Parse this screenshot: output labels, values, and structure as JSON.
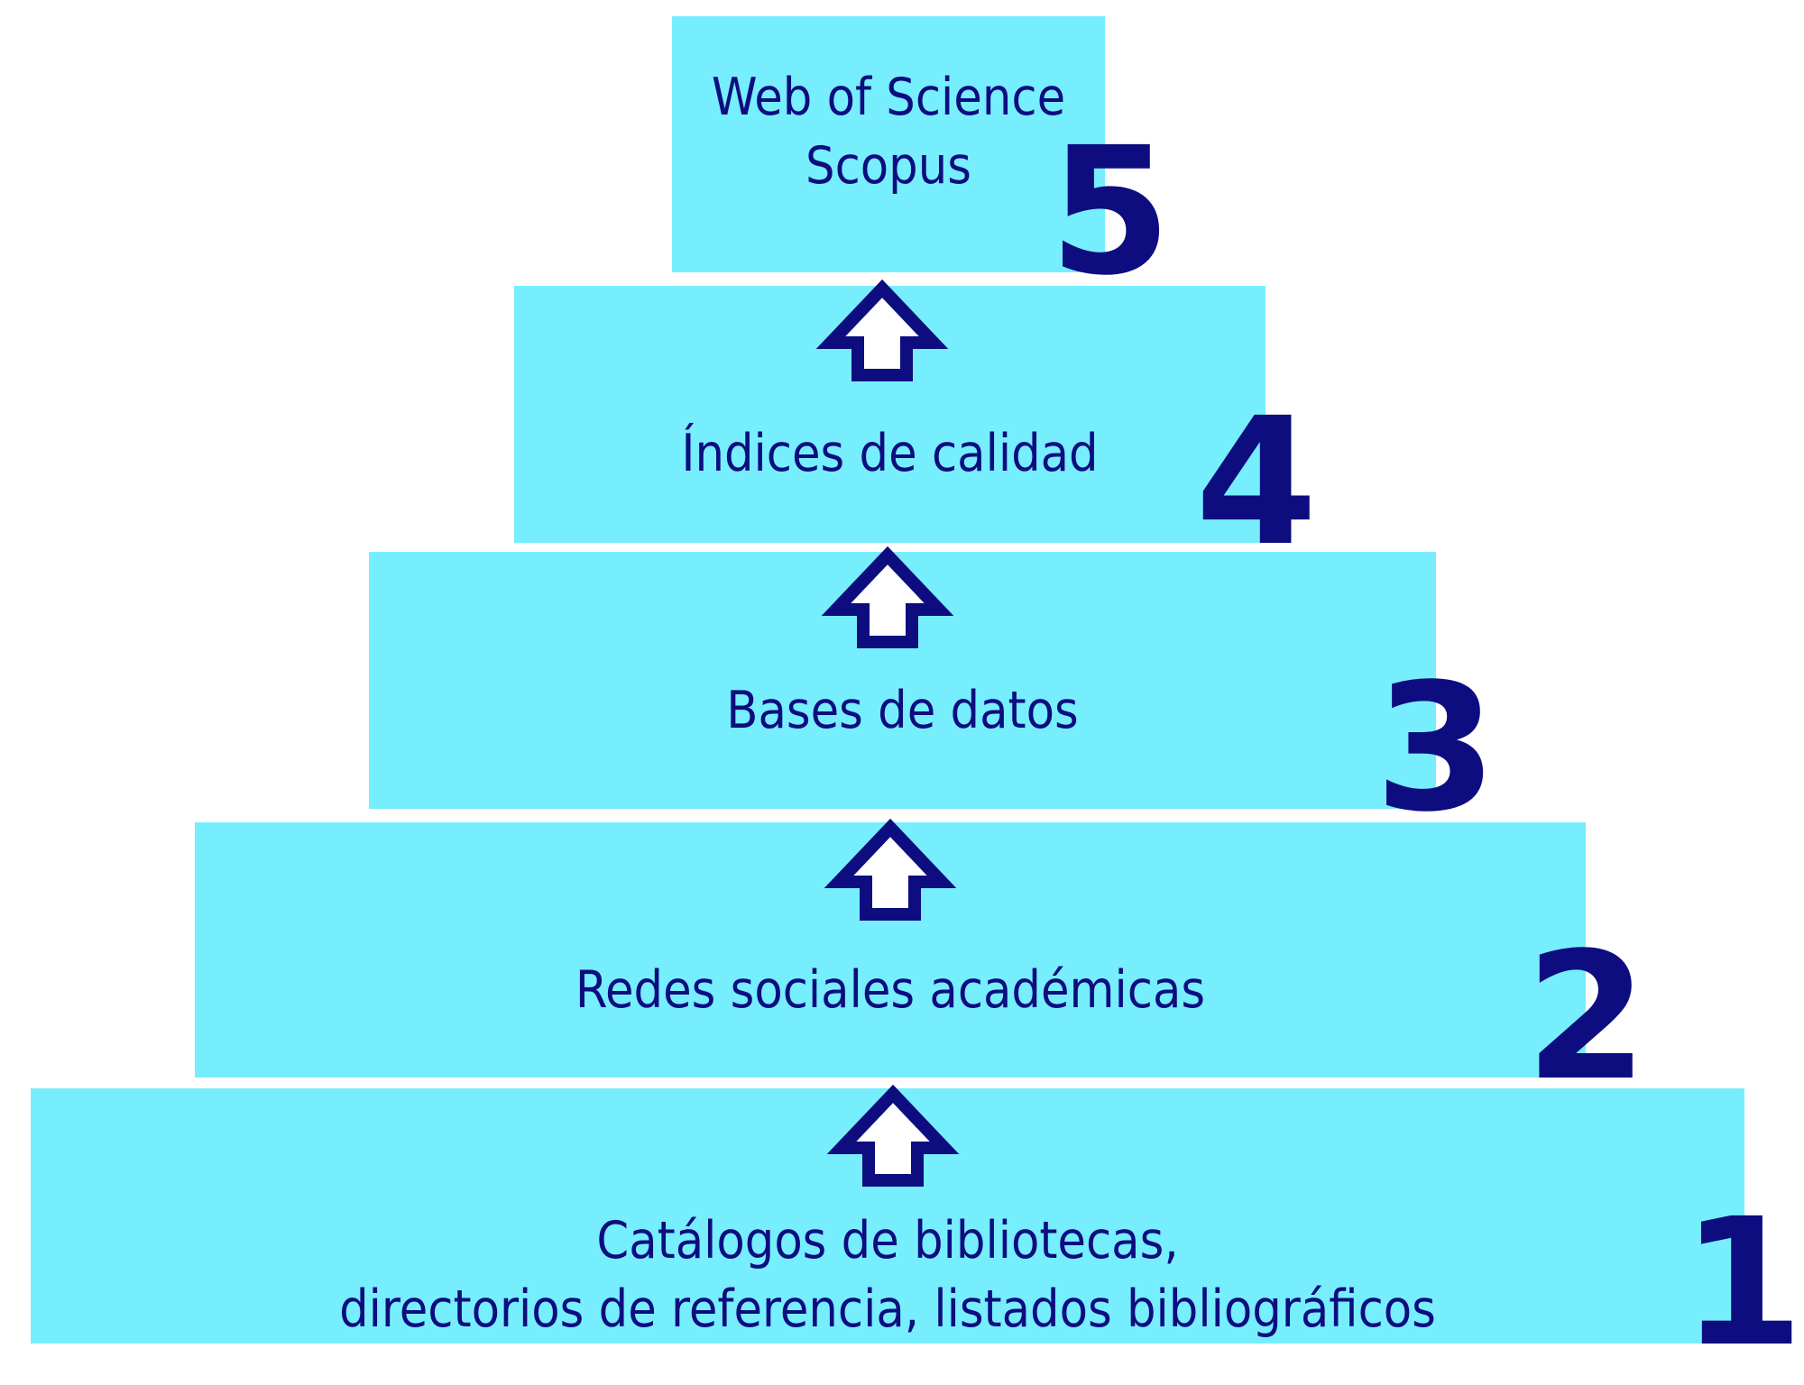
{
  "colors": {
    "box_fill": "#77eefd",
    "text": "#0d0d80",
    "arrow_stroke": "#0d0d80",
    "arrow_fill": "#ffffff"
  },
  "levels": [
    {
      "number": "1",
      "lines": [
        "Catálogos de bibliotecas,",
        "directorios de referencia, listados bibliográficos"
      ]
    },
    {
      "number": "2",
      "lines": [
        "Redes sociales académicas"
      ]
    },
    {
      "number": "3",
      "lines": [
        "Bases de datos"
      ]
    },
    {
      "number": "4",
      "lines": [
        "Índices de calidad"
      ]
    },
    {
      "number": "5",
      "lines": [
        "Web of Science",
        "Scopus"
      ]
    }
  ],
  "arrow_icon": "up-arrow-icon"
}
